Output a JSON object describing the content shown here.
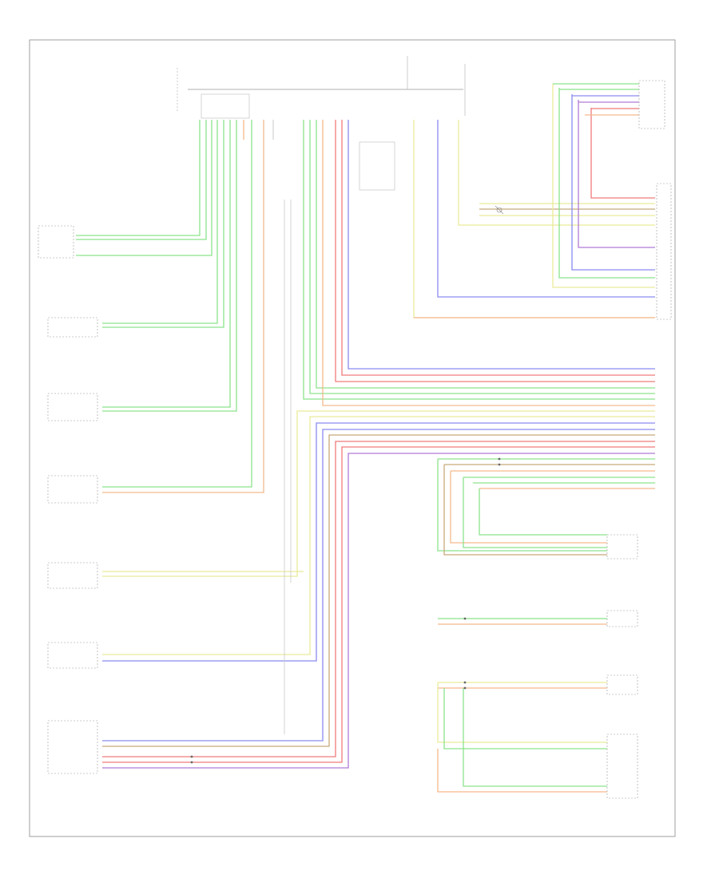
{
  "footer": {
    "page_mark": ""
  },
  "palette": {
    "green": "#8ce38c",
    "orange": "#f5b98c",
    "red": "#f07a7a",
    "blue": "#8a8af0",
    "violet": "#b07ad6",
    "yellow": "#eaea9a",
    "brown": "#c8a97a",
    "frame": "#888888",
    "text": "#666666"
  },
  "components": [
    {
      "id": "left-1",
      "label": ""
    },
    {
      "id": "left-2",
      "label": ""
    },
    {
      "id": "left-3",
      "label": ""
    },
    {
      "id": "left-4",
      "label": ""
    },
    {
      "id": "left-5",
      "label": ""
    },
    {
      "id": "left-6",
      "label": ""
    },
    {
      "id": "left-7",
      "label": ""
    },
    {
      "id": "right-1",
      "label": ""
    },
    {
      "id": "right-2",
      "label": ""
    },
    {
      "id": "right-3",
      "label": ""
    },
    {
      "id": "right-4",
      "label": ""
    },
    {
      "id": "right-5",
      "label": ""
    },
    {
      "id": "right-6",
      "label": ""
    }
  ]
}
